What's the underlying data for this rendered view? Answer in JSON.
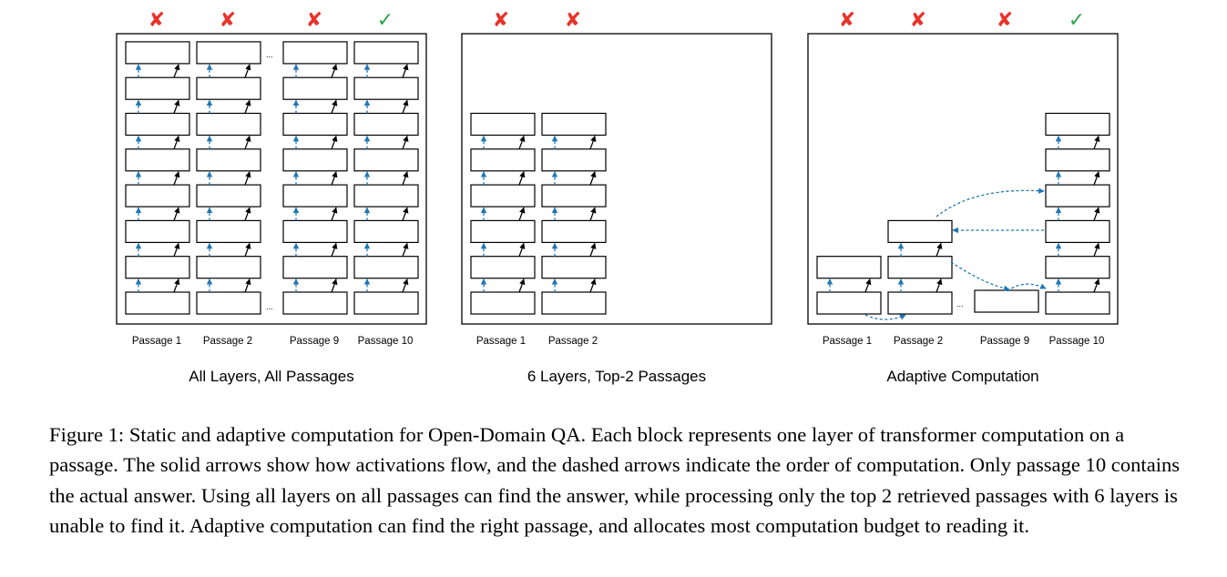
{
  "panels": [
    {
      "title": "All Layers, All Passages",
      "passage_labels": [
        "Passage 1",
        "Passage 2",
        "Passage 9",
        "Passage 10"
      ],
      "marks": [
        "cross",
        "cross",
        "cross",
        "check"
      ],
      "layers_per_passage": [
        8,
        8,
        8,
        8
      ]
    },
    {
      "title": "6 Layers, Top-2 Passages",
      "passage_labels": [
        "Passage 1",
        "Passage 2"
      ],
      "marks": [
        "cross",
        "cross"
      ],
      "layers_per_passage": [
        6,
        6
      ]
    },
    {
      "title": "Adaptive Computation",
      "passage_labels": [
        "Passage 1",
        "Passage 2",
        "Passage 9",
        "Passage 10"
      ],
      "marks": [
        "cross",
        "cross",
        "cross",
        "check"
      ],
      "layers_per_passage": [
        2,
        3,
        1,
        6
      ]
    }
  ],
  "ellipsis": "...",
  "mark_glyphs": {
    "cross": "✘",
    "check": "✓"
  },
  "colors": {
    "cross": "#e8332a",
    "check": "#2ea64a",
    "dashed_arrow": "#1f77b4"
  },
  "caption": "Figure 1: Static and adaptive computation for Open-Domain QA. Each block represents one layer of transformer computation on a passage. The solid arrows show how activations flow, and the dashed arrows indicate the order of computation. Only passage 10 contains the actual answer. Using all layers on all passages can find the answer, while processing only the top 2 retrieved passages with 6 layers is unable to find it. Adaptive computation can find the right passage, and allocates most computation budget to reading it."
}
